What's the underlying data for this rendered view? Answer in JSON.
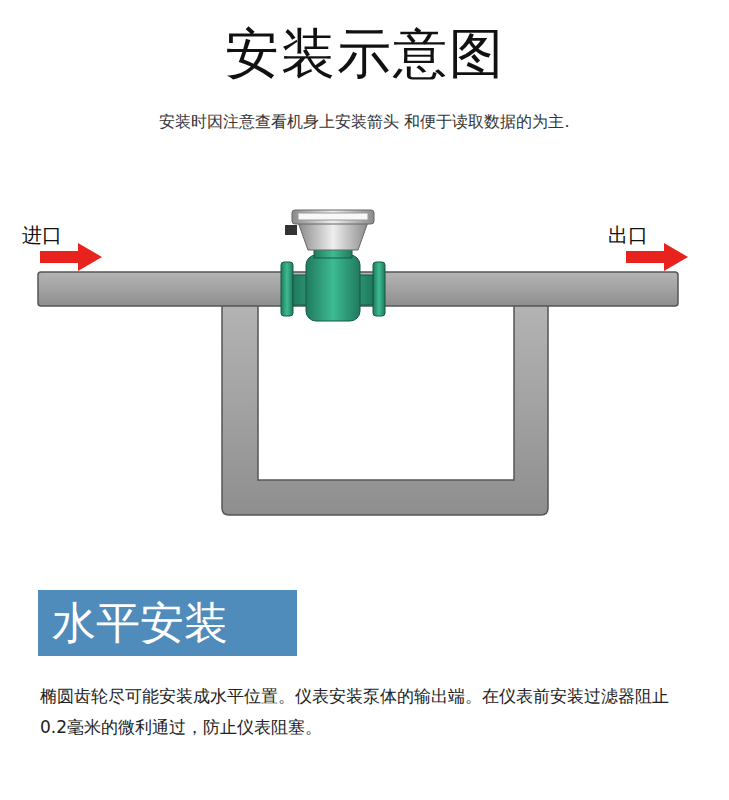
{
  "diagram": {
    "title": "安装示意图",
    "nodes": [
      {
        "text": [
          "水平安装"
        ]
      }
    ],
    "labels": [
      "安装时因注意查看机身上安装箭头 和便于读取数据的为主.",
      "进口",
      "出口",
      "椭圆齿轮尽可能安装成水平位置。仪表安装泵体的输出端。在仪表前安装过滤器阻止0.2毫米的微利通过，防止仪表阻塞。"
    ]
  }
}
